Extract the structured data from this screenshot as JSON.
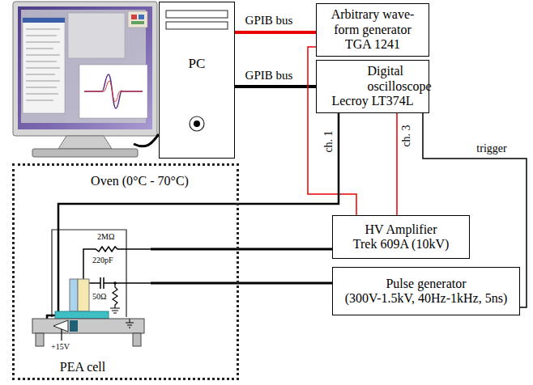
{
  "diagram": {
    "nodes": [
      {
        "text": [
          "PC"
        ]
      },
      {
        "text": [
          "Arbitrary wave- form generator",
          "TGA 1241"
        ]
      },
      {
        "text": [
          "Digital oscilloscope",
          "Lecroy LT374L"
        ]
      },
      {
        "text": [
          "Oven (0°C - 70°C)"
        ]
      },
      {
        "text": [
          "PEA cell"
        ],
        "in": 3
      },
      {
        "text": [
          "HV Amplifier",
          "Trek 609A (10kV)"
        ]
      },
      {
        "text": [
          "Pulse generator",
          "(300V-1.5kV, 40Hz-1kHz, 5ns)"
        ]
      }
    ],
    "edges": [
      {
        "from": 0,
        "to": 1,
        "arrow": "none",
        "label": "GPIB bus"
      },
      {
        "from": 0,
        "to": 2,
        "arrow": "none",
        "label": "GPIB bus"
      },
      {
        "from": 1,
        "to": 5,
        "arrow": "none"
      },
      {
        "from": 2,
        "to": 5,
        "arrow": "none",
        "label": "ch. 3"
      },
      {
        "from": 2,
        "to": 4,
        "arrow": "none",
        "label": "ch. 1"
      },
      {
        "from": 5,
        "to": 4,
        "arrow": "none"
      },
      {
        "from": 6,
        "to": 4,
        "arrow": "none"
      },
      {
        "from": 2,
        "to": 6,
        "arrow": "none",
        "label": "trigger"
      }
    ],
    "labels": [
      "2MΩ",
      "220pF",
      "50Ω",
      "+15V"
    ]
  }
}
